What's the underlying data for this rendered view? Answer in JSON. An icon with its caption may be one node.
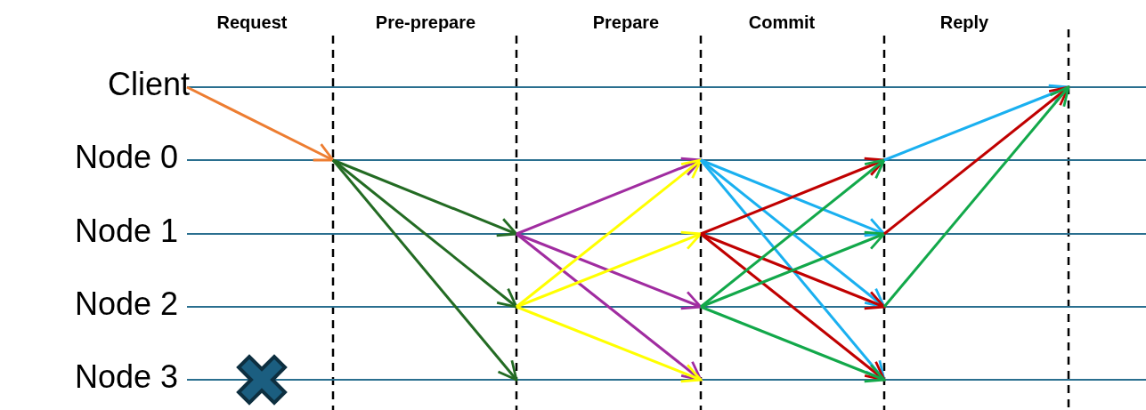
{
  "diagram": {
    "nodes": [
      {
        "text": [
          "Client"
        ]
      },
      {
        "text": [
          "Node 0"
        ]
      },
      {
        "text": [
          "Node 1"
        ]
      },
      {
        "text": [
          "Node 2"
        ]
      },
      {
        "text": [
          "Node 3"
        ]
      }
    ],
    "edges": [
      {
        "from": 0,
        "to": 1,
        "arrow": "to",
        "color": "#ed7d31"
      },
      {
        "from": 1,
        "to": 2,
        "arrow": "to",
        "color": "#236b23"
      },
      {
        "from": 1,
        "to": 3,
        "arrow": "to",
        "color": "#236b23"
      },
      {
        "from": 1,
        "to": 4,
        "arrow": "to",
        "color": "#236b23"
      },
      {
        "from": 2,
        "to": 1,
        "arrow": "to",
        "color": "#a02ca0"
      },
      {
        "from": 2,
        "to": 3,
        "arrow": "to",
        "color": "#a02ca0"
      },
      {
        "from": 2,
        "to": 4,
        "arrow": "to",
        "color": "#a02ca0"
      },
      {
        "from": 3,
        "to": 1,
        "arrow": "to",
        "color": "#ffff00"
      },
      {
        "from": 3,
        "to": 2,
        "arrow": "to",
        "color": "#ffff00"
      },
      {
        "from": 3,
        "to": 4,
        "arrow": "to",
        "color": "#ffff00"
      },
      {
        "from": 1,
        "to": 2,
        "arrow": "to",
        "color": "#1ab0f0"
      },
      {
        "from": 1,
        "to": 3,
        "arrow": "to",
        "color": "#1ab0f0"
      },
      {
        "from": 1,
        "to": 4,
        "arrow": "to",
        "color": "#1ab0f0"
      },
      {
        "from": 2,
        "to": 1,
        "arrow": "to",
        "color": "#c00000"
      },
      {
        "from": 2,
        "to": 3,
        "arrow": "to",
        "color": "#c00000"
      },
      {
        "from": 2,
        "to": 4,
        "arrow": "to",
        "color": "#c00000"
      },
      {
        "from": 3,
        "to": 1,
        "arrow": "to",
        "color": "#12a84a"
      },
      {
        "from": 3,
        "to": 2,
        "arrow": "to",
        "color": "#12a84a"
      },
      {
        "from": 3,
        "to": 4,
        "arrow": "to",
        "color": "#12a84a"
      },
      {
        "from": 1,
        "to": 0,
        "arrow": "to",
        "color": "#1ab0f0"
      },
      {
        "from": 2,
        "to": 0,
        "arrow": "to",
        "color": "#c00000"
      },
      {
        "from": 3,
        "to": 0,
        "arrow": "to",
        "color": "#12a84a"
      }
    ],
    "labels": [
      "Request",
      "Pre-prepare",
      "Prepare",
      "Commit",
      "Reply"
    ]
  }
}
